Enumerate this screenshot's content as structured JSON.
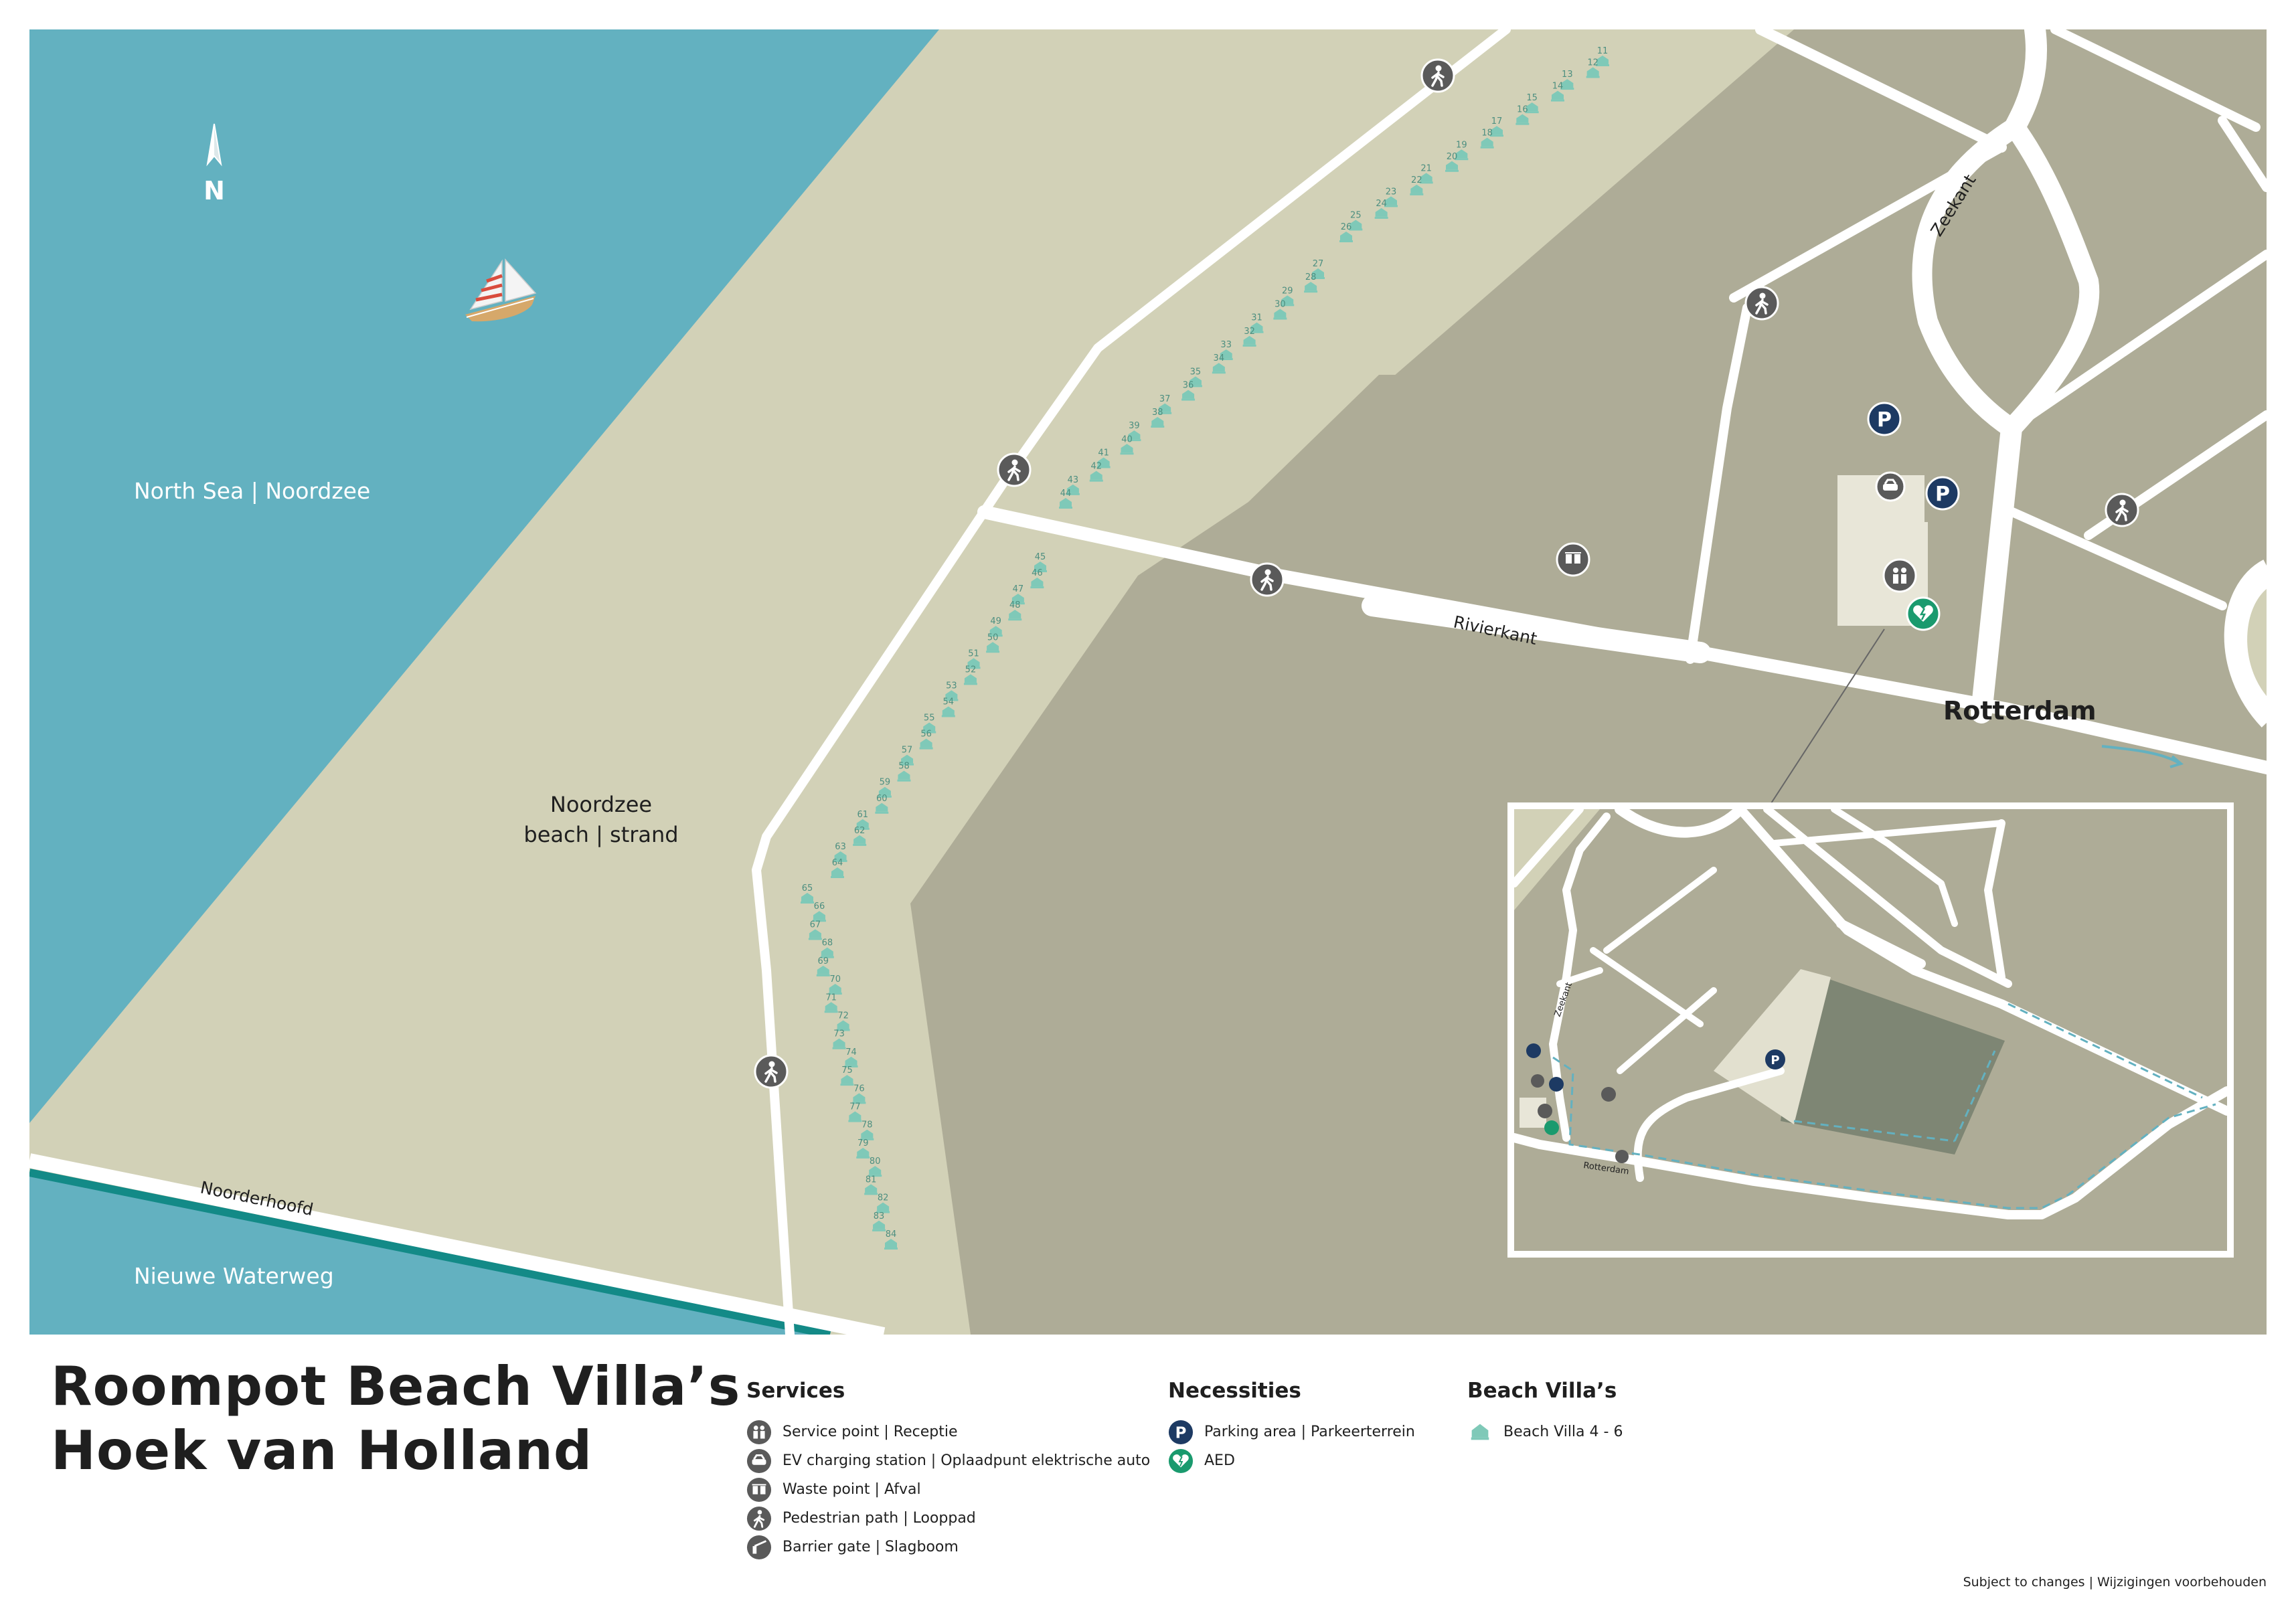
{
  "map": {
    "north_label": "N",
    "water_labels": {
      "sea": "North Sea | Noordzee",
      "waterway": "Nieuwe Waterweg"
    },
    "beach_label": [
      "Noordzee",
      "beach | strand"
    ],
    "road_labels": {
      "noorderhoofd": "Noorderhoofd",
      "rivierkant": "Rivierkant",
      "zeekant": "Zeekant"
    },
    "direction_label": "Rotterdam",
    "villa_numbers": [
      "11",
      "12",
      "13",
      "14",
      "15",
      "16",
      "17",
      "18",
      "19",
      "20",
      "21",
      "22",
      "23",
      "24",
      "25",
      "26",
      "27",
      "28",
      "29",
      "30",
      "31",
      "32",
      "33",
      "34",
      "35",
      "36",
      "37",
      "38",
      "39",
      "40",
      "41",
      "42",
      "43",
      "44",
      "45",
      "46",
      "47",
      "48",
      "49",
      "50",
      "51",
      "52",
      "53",
      "54",
      "55",
      "56",
      "57",
      "58",
      "59",
      "60",
      "61",
      "62",
      "63",
      "64",
      "65",
      "66",
      "67",
      "68",
      "69",
      "70",
      "71",
      "72",
      "73",
      "74",
      "75",
      "76",
      "77",
      "78",
      "79",
      "80",
      "81",
      "82",
      "83",
      "84"
    ],
    "inset": {
      "road_labels": {
        "zeekant": "Zeekant",
        "rivierkant": "Rotterdam"
      }
    }
  },
  "colors": {
    "sea": "#63b1c0",
    "beach": "#d2d1b7",
    "land": "#aeac97",
    "road": "#ffffff",
    "dark_area": "#7e8674",
    "villa": "#7fc9b8",
    "parking": "#1d3a63",
    "aed": "#1a9a6e",
    "service_icon": "#5a5a5a",
    "waterway_line": "#138a87"
  },
  "title": {
    "line1": "Roompot Beach Villa’s",
    "line2": "Hoek van Holland"
  },
  "legend": {
    "services": {
      "heading": "Services",
      "items": [
        {
          "icon": "service-point-icon",
          "label": "Service point | Receptie"
        },
        {
          "icon": "ev-charging-icon",
          "label": "EV charging station | Oplaadpunt elektrische auto"
        },
        {
          "icon": "waste-point-icon",
          "label": "Waste point | Afval"
        },
        {
          "icon": "pedestrian-icon",
          "label": "Pedestrian path | Looppad"
        },
        {
          "icon": "barrier-gate-icon",
          "label": "Barrier gate | Slagboom"
        }
      ]
    },
    "necessities": {
      "heading": "Necessities",
      "items": [
        {
          "icon": "parking-icon",
          "label": "Parking area | Parkeerterrein"
        },
        {
          "icon": "aed-icon",
          "label": "AED"
        }
      ]
    },
    "villas": {
      "heading": "Beach Villa’s",
      "items": [
        {
          "icon": "beach-villa-icon",
          "label": "Beach Villa 4 - 6"
        }
      ]
    }
  },
  "footnote": "Subject to changes | Wijzigingen voorbehouden"
}
